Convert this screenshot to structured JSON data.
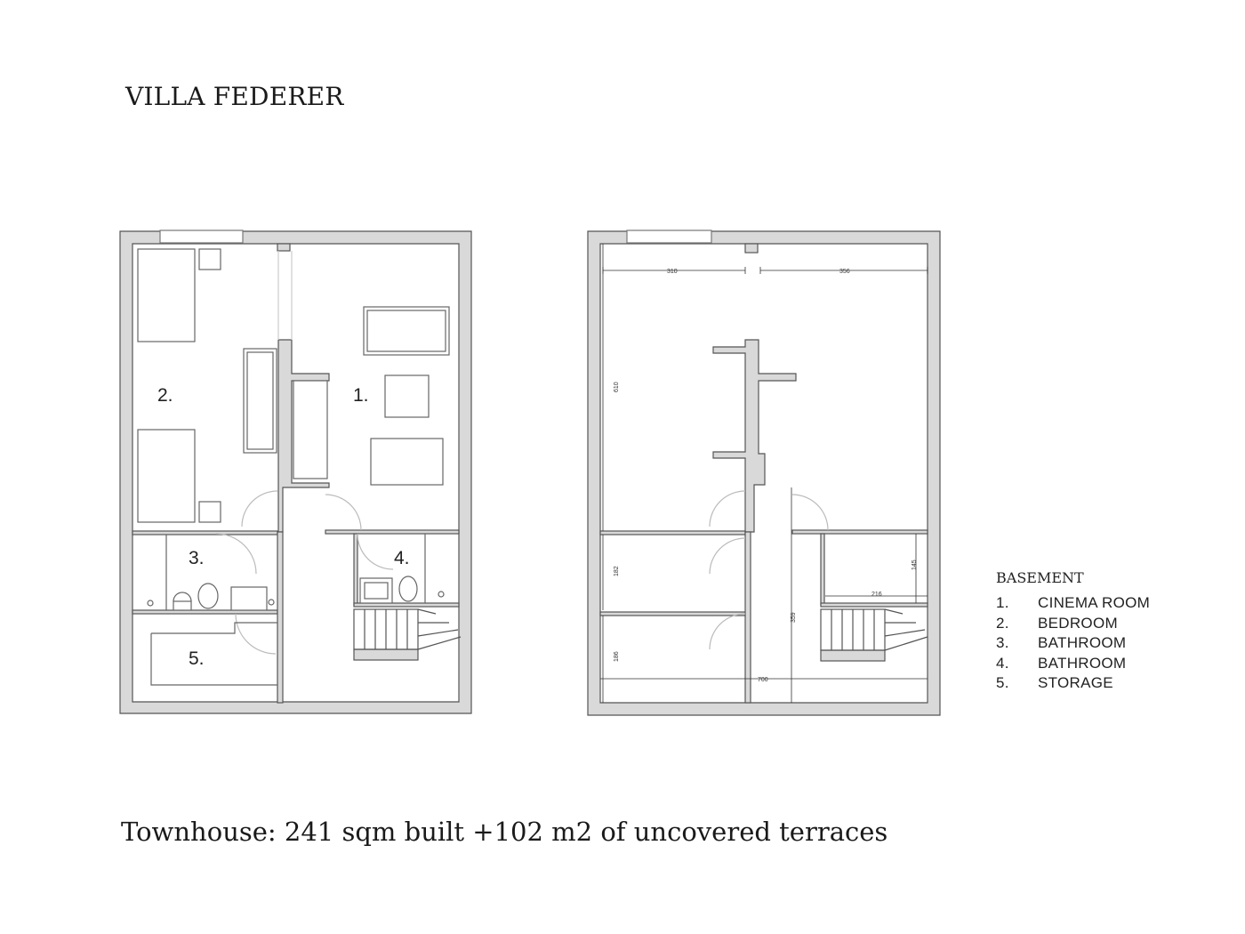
{
  "title": "VILLA FEDERER",
  "caption": "Townhouse: 241 sqm built +102 m2 of uncovered terraces",
  "plan": {
    "room_numbers": [
      "1.",
      "2.",
      "3.",
      "4.",
      "5."
    ],
    "dimensions": [
      "310",
      "356",
      "610",
      "182",
      "186",
      "359",
      "216",
      "145",
      "700"
    ]
  },
  "legend": {
    "heading": "BASEMENT",
    "items": [
      {
        "num": "1.",
        "label": "CINEMA ROOM"
      },
      {
        "num": "2.",
        "label": "BEDROOM"
      },
      {
        "num": "3.",
        "label": "BATHROOM"
      },
      {
        "num": "4.",
        "label": "BATHROOM"
      },
      {
        "num": "5.",
        "label": "STORAGE"
      }
    ]
  },
  "colors": {
    "wall": "#d9d9d9",
    "line": "#444444",
    "text": "#1a1a1a"
  }
}
